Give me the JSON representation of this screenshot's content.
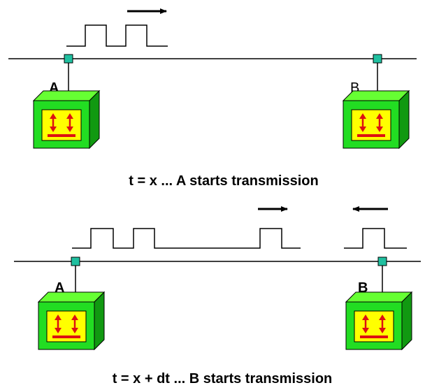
{
  "colors": {
    "wire": "#000000",
    "tap": "#20c0a0",
    "box_front": "#22dd22",
    "box_top": "#66ff33",
    "box_side": "#119911",
    "panel": "#ffff00",
    "symbol": "#dd1111"
  },
  "scenarios": [
    {
      "station_a_label": "A",
      "station_b_label": "B",
      "caption": "t = x ... A starts transmission"
    },
    {
      "station_a_label": "A",
      "station_b_label": "B",
      "caption": "t = x + dt ... B starts transmission"
    }
  ],
  "icons": {
    "station": "station-box-icon",
    "transceiver": "transceiver-tap-icon",
    "direction_right": "arrow-right-icon",
    "direction_left": "arrow-left-icon"
  }
}
